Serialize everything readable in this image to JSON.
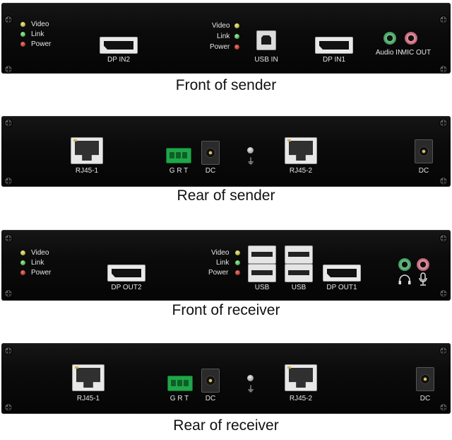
{
  "panels": [
    {
      "caption": "Front of sender",
      "led_labels": [
        "Video",
        "Link",
        "Power"
      ],
      "mid_led_labels": [
        "Video",
        "Link",
        "Power"
      ],
      "port_labels": {
        "dp_in2": "DP IN2",
        "usb_in": "USB IN",
        "dp_in1": "DP IN1",
        "audio_in": "Audio IN",
        "mic_out": "MIC OUT"
      }
    },
    {
      "caption": "Rear of sender",
      "port_labels": {
        "rj45_1": "RJ45-1",
        "grt": "G R T",
        "dc1": "DC",
        "rj45_2": "RJ45-2",
        "dc2": "DC"
      }
    },
    {
      "caption": "Front of receiver",
      "led_labels": [
        "Video",
        "Link",
        "Power"
      ],
      "mid_led_labels": [
        "Video",
        "Link",
        "Power"
      ],
      "port_labels": {
        "dp_out2": "DP OUT2",
        "usb_a": "USB",
        "usb_b": "USB",
        "dp_out1": "DP OUT1"
      }
    },
    {
      "caption": "Rear of receiver",
      "port_labels": {
        "rj45_1": "RJ45-1",
        "grt": "G R T",
        "dc1": "DC",
        "rj45_2": "RJ45-2",
        "dc2": "DC"
      }
    }
  ],
  "icons": {
    "ground": "ground-icon",
    "headphone": "headphone-icon",
    "microphone": "microphone-icon"
  },
  "colors": {
    "chassis": "#0b0b0b",
    "led_yellow": "#e8e070",
    "led_green": "#5fd35f",
    "led_red": "#e0412f",
    "terminal_green": "#1fa64a"
  }
}
